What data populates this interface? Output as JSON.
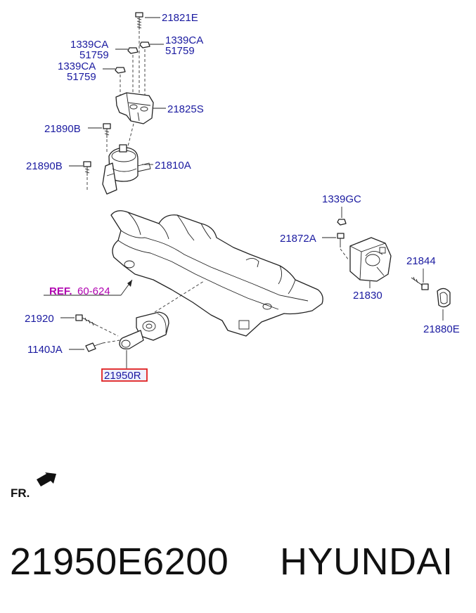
{
  "callouts": {
    "c21821E": "21821E",
    "c1339CA_a": "1339CA",
    "c51759_a": "51759",
    "c1339CA_b": "1339CA",
    "c51759_b": "51759",
    "c1339CA_c": "1339CA",
    "c51759_c": "51759",
    "c21825S": "21825S",
    "c21890B_a": "21890B",
    "c21890B_b": "21890B",
    "c21810A": "21810A",
    "c1339GC": "1339GC",
    "c21872A": "21872A",
    "c21844": "21844",
    "c21830": "21830",
    "c21880E": "21880E",
    "c21920": "21920",
    "c1140JA": "1140JA",
    "c21950R": "21950R"
  },
  "reference": {
    "prefix": "REF.",
    "number": "60-624"
  },
  "orientation": {
    "label": "FR."
  },
  "highlight_color": "#e02020",
  "caption": {
    "part_number": "21950E6200",
    "brand": "HYUNDAI"
  }
}
